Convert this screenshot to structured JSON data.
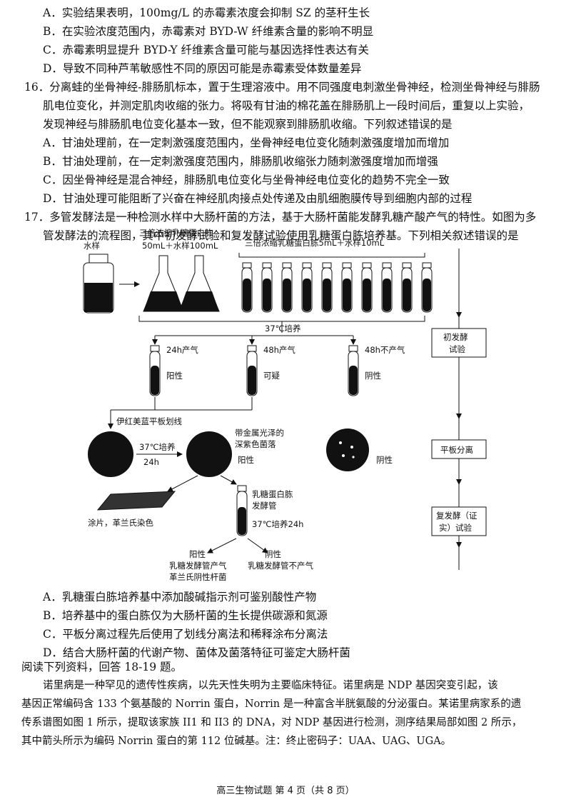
{
  "q15_options": [
    "A．实验结果表明，100mg/L 的赤霉素浓度会抑制 SZ 的茎秆生长",
    "B．在实验浓度范围内，赤霉素对 BYD-W 纤维素含量的影响不明显",
    "C．赤霉素明显提升 BYD-Y 纤维素含量可能与基因选择性表达有关",
    "D．导致不同种芦苇敏感性不同的原因可能是赤霉素受体数量差异"
  ],
  "q16": {
    "stem": [
      "16．分离蛙的坐骨神经-腓肠肌标本，置于生理溶液中。用不同强度电刺激坐骨神经，检测坐骨神经与腓肠",
      "肌电位变化，并测定肌肉收缩的张力。将吸有甘油的棉花盖在腓肠肌上一段时间后，重复以上实验，",
      "发现神经与腓肠肌电位变化基本一致，但不能观察到腓肠肌收缩。下列叙述错误的是"
    ],
    "options": [
      "A．甘油处理前，在一定刺激强度范围内，坐骨神经电位变化随刺激强度增加而增加",
      "B．甘油处理前，在一定刺激强度范围内，腓肠肌收缩张力随刺激强度增加而增强",
      "C．因坐骨神经是混合神经，腓肠肌电位变化与坐骨神经电位变化的趋势不完全一致",
      "D．甘油处理可能阻断了兴奋在神经肌肉接点处传递及由肌细胞膜传导到细胞内部的过程"
    ]
  },
  "q17": {
    "stem": [
      "17．多管发酵法是一种检测水样中大肠杆菌的方法，基于大肠杆菌能发酵乳糖产酸产气的特性。如图为多",
      "管发酵法的流程图，其中初发酵试验和复发酵试验使用乳糖蛋白胨培养基。下列相关叙述错误的是"
    ],
    "diagram": {
      "water_sample": "水样",
      "flask_label_1": "三倍浓缩乳糖蛋白胨",
      "flask_label_2": "50mL＋水样100mL",
      "tubes_label": "三倍浓缩乳糖蛋白胨5mL＋水样10mL",
      "incubate_37": "37℃培养",
      "tube_24h": "24h产气",
      "tube_48h": "48h产气",
      "tube_48h_no": "48h不产气",
      "positive": "阳性",
      "suspect": "可疑",
      "negative": "阴性",
      "emb_streak": "伊红美蓝平板划线",
      "incubate_37_2": "37℃培养",
      "hours_24": "24h",
      "colony_desc_1": "带金属光泽的",
      "colony_desc_2": "深紫色菌落",
      "positive_2": "阳性",
      "negative_2": "阴性",
      "smear": "涂片，革兰氏染色",
      "ferment_tube_1": "乳糖蛋白胨",
      "ferment_tube_2": "发酵管",
      "incubate_37_24h": "37℃培养24h",
      "result_pos_1": "阳性",
      "result_pos_2": "乳糖发酵管产气",
      "result_pos_3": "革兰氏阴性杆菌",
      "result_neg_1": "阴性",
      "result_neg_2": "乳糖发酵管不产气",
      "side_box_1a": "初发酵",
      "side_box_1b": "试验",
      "side_box_2": "平板分离",
      "side_box_3a": "复发酵（证",
      "side_box_3b": "实）试验"
    },
    "options": [
      "A．乳糖蛋白胨培养基中添加酸碱指示剂可鉴别酸性产物",
      "B．培养基中的蛋白胨仅为大肠杆菌的生长提供碳源和氮源",
      "C．平板分离过程先后使用了划线分离法和稀释涂布分离法",
      "D．结合大肠杆菌的代谢产物、菌体及菌落特征可鉴定大肠杆菌"
    ]
  },
  "reading_intro": "阅读下列资料，回答 18-19 题。",
  "reading": [
    "诺里病是一种罕见的遗传性疾病，以先天性失明为主要临床特征。诺里病是 NDP 基因突变引起，该",
    "基因正常编码含 133 个氨基酸的 Norrin 蛋白，Norrin 是一种富含半胱氨酸的分泌蛋白。某诺里病家系的遗",
    "传系谱图如图 1 所示，提取该家族 II1 和 II3 的 DNA，对 NDP 基因进行检测，测序结果局部如图 2 所示，",
    "其中箭头所示为编码 Norrin 蛋白的第 112 位碱基。注：终止密码子：UAA、UAG、UGA。"
  ],
  "footer": "高三生物试题 第 4 页（共 8 页）"
}
